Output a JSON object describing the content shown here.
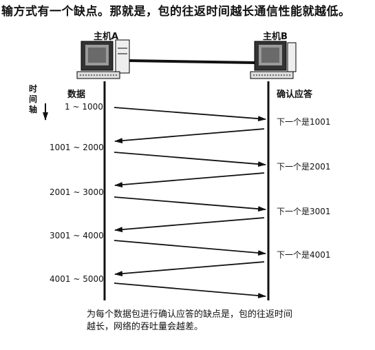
{
  "top_text": "输方式有一个缺点。那就是，包的往返时间越长通信性能就越低。",
  "host_a": "主机A",
  "host_b": "主机B",
  "time_axis": [
    "时",
    "间",
    "轴"
  ],
  "col_data": "数据",
  "col_ack": "确认应答",
  "ranges": [
    "1 ~ 1000",
    "1001 ~ 2000",
    "2001 ~ 3000",
    "3001 ~ 4000",
    "4001 ~ 5000"
  ],
  "acks": [
    "下一个是1001",
    "下一个是2001",
    "下一个是3001",
    "下一个是4001"
  ],
  "caption": [
    "为每个数据包进行确认应答的缺点是，包的往返时间",
    "越长，网络的吞吐量会越差。"
  ]
}
